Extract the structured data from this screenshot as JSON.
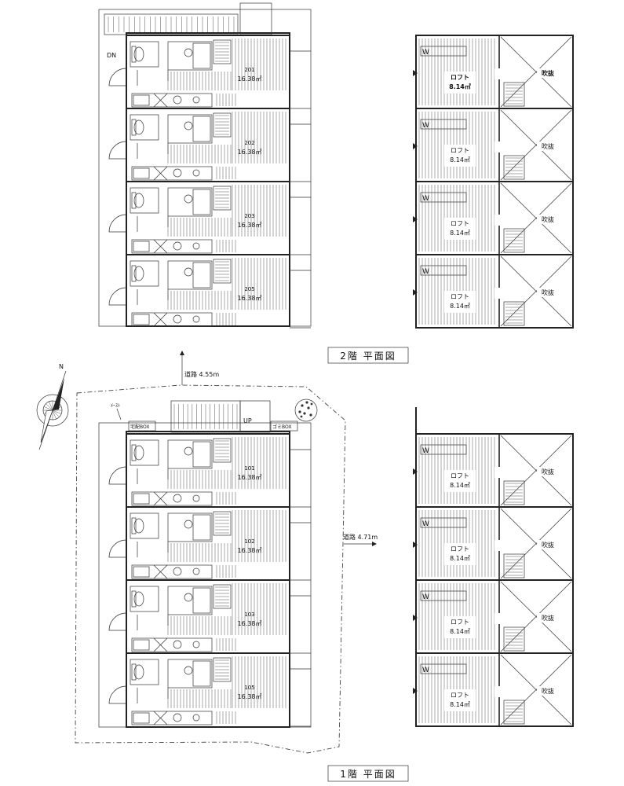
{
  "floors": [
    {
      "title": "2階 平面図",
      "stair_label": "DN",
      "units": [
        {
          "number": "201",
          "area": "16.38㎡"
        },
        {
          "number": "202",
          "area": "16.38㎡"
        },
        {
          "number": "203",
          "area": "16.38㎡"
        },
        {
          "number": "205",
          "area": "16.38㎡"
        }
      ],
      "lofts": [
        {
          "label": "ロフト",
          "area": "8.14㎡",
          "void": "吹抜"
        },
        {
          "label": "ロフト",
          "area": "8.14㎡",
          "void": "吹抜"
        },
        {
          "label": "ロフト",
          "area": "8.14㎡",
          "void": "吹抜"
        },
        {
          "label": "ロフト",
          "area": "8.14㎡",
          "void": "吹抜"
        }
      ]
    },
    {
      "title": "1階 平面図",
      "stair_label": "UP",
      "units": [
        {
          "number": "101",
          "area": "16.38㎡"
        },
        {
          "number": "102",
          "area": "16.38㎡"
        },
        {
          "number": "103",
          "area": "16.38㎡"
        },
        {
          "number": "105",
          "area": "16.38㎡"
        }
      ],
      "lofts": [
        {
          "label": "ロフト",
          "area": "8.14㎡",
          "void": "吹抜"
        },
        {
          "label": "ロフト",
          "area": "8.14㎡",
          "void": "吹抜"
        },
        {
          "label": "ロフト",
          "area": "8.14㎡",
          "void": "吹抜"
        },
        {
          "label": "ロフト",
          "area": "8.14㎡",
          "void": "吹抜"
        }
      ]
    }
  ],
  "site": {
    "road_north": "道路 4.55m",
    "road_east": "道路 4.71m",
    "north_mark": "N",
    "delivery_box": "宅配BOX",
    "trash_box": "ゴミBOX",
    "meter_label": "ﾒｰｽﾄ"
  }
}
